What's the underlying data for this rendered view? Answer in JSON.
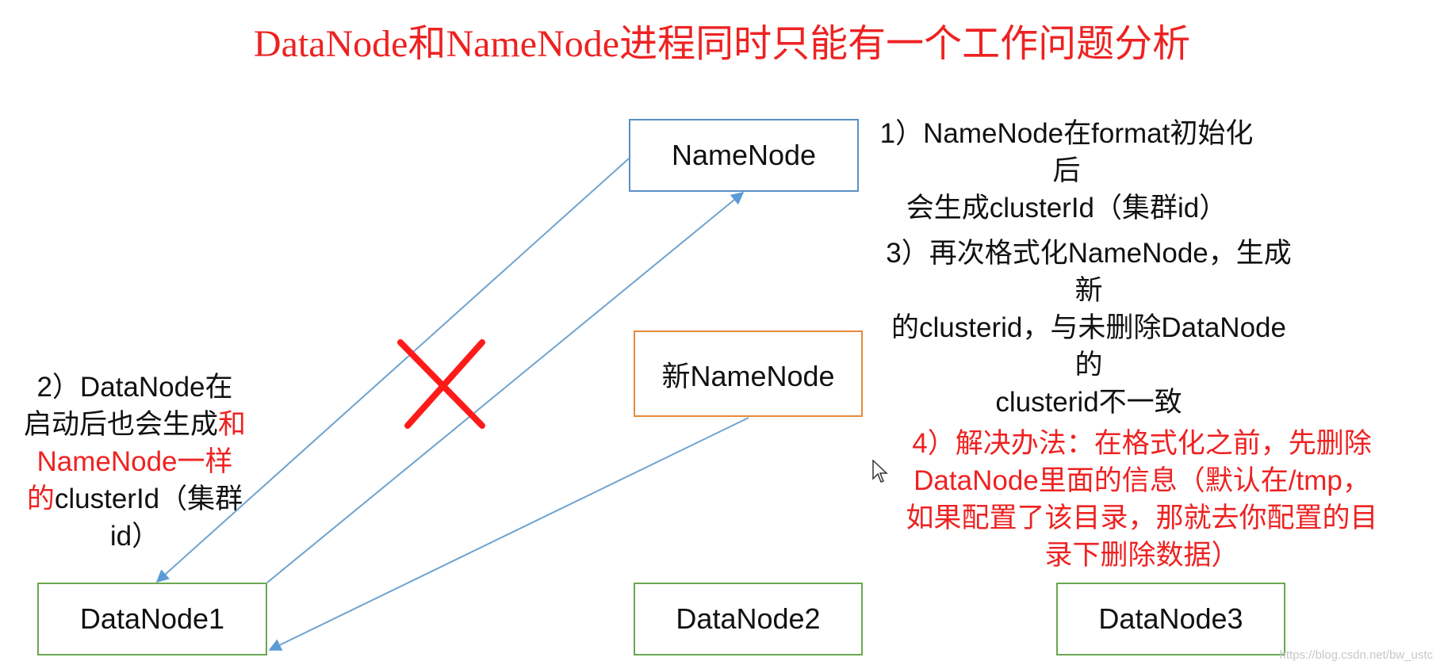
{
  "title": "DataNode和NameNode进程同时只能有一个工作问题分析",
  "nodes": {
    "namenode": "NameNode",
    "new_namenode": "新NameNode",
    "datanode1": "DataNode1",
    "datanode2": "DataNode2",
    "datanode3": "DataNode3"
  },
  "notes": {
    "note1": {
      "line1": "1）NameNode在format初始化后",
      "line2": "会生成clusterId（集群id）"
    },
    "note2": {
      "line1": "2）DataNode在",
      "line2_black": "启动后也会生成",
      "line2_red": "和",
      "line3_red": "NameNode一样",
      "line4_red": "的",
      "line4_black": "clusterId（集群",
      "line5": "id）"
    },
    "note3": {
      "line1": "3）再次格式化NameNode，生成新",
      "line2": "的clusterid，与未删除DataNode的",
      "line3": "clusterid不一致"
    },
    "note4": {
      "line1": "4）解决办法：在格式化之前，先删除",
      "line2": "DataNode里面的信息（默认在/tmp，",
      "line3": "如果配置了该目录，那就去你配置的目",
      "line4": "录下删除数据）"
    }
  },
  "watermark": "https://blog.csdn.net/bw_ustc",
  "colors": {
    "title": "#ee2222",
    "namenode_border": "#5a8fc7",
    "new_namenode_border": "#e6893a",
    "datanode_border": "#6aa84f",
    "arrow": "#6fa3cf",
    "cross": "#ff1a1a"
  }
}
